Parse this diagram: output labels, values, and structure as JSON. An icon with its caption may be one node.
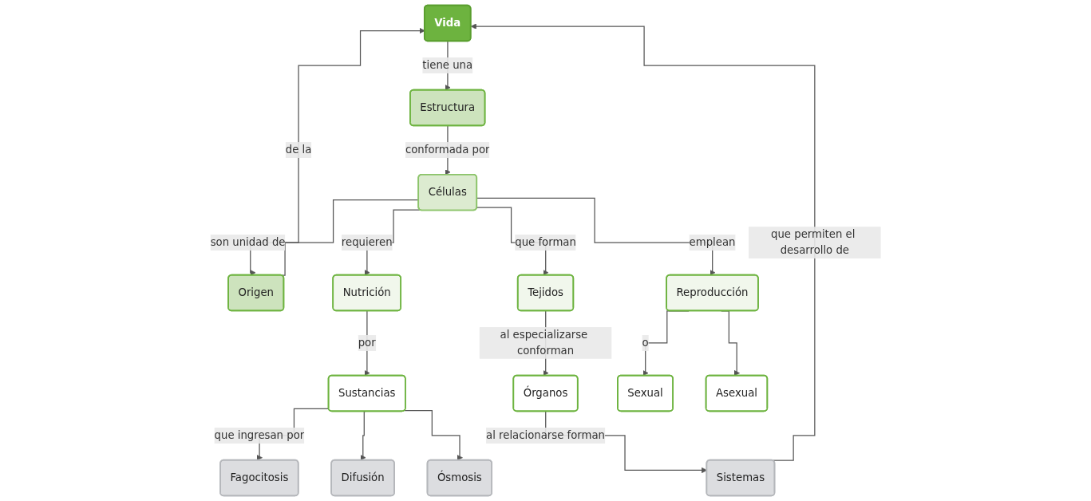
{
  "diagram": {
    "nodes": [
      {
        "text": [
          "Vida"
        ]
      },
      {
        "text": [
          "Estructura"
        ]
      },
      {
        "text": [
          "Origen"
        ]
      },
      {
        "text": [
          "Sistemas"
        ]
      },
      {
        "text": [
          "Células"
        ]
      },
      {
        "text": [
          "Nutrición"
        ]
      },
      {
        "text": [
          "Sustancias"
        ]
      },
      {
        "text": [
          "Órganos"
        ]
      },
      {
        "text": [
          "Reproducción"
        ]
      },
      {
        "text": [
          "Tejidos"
        ]
      },
      {
        "text": [
          "Sexual"
        ]
      },
      {
        "text": [
          "Asexual"
        ]
      },
      {
        "text": [
          "Fagocitosis"
        ]
      },
      {
        "text": [
          "Difusión"
        ]
      },
      {
        "text": [
          "Ósmosis"
        ]
      }
    ],
    "edges": [
      {
        "from": 0,
        "to": 1,
        "label": "tiene una",
        "arrow": "to"
      },
      {
        "from": 1,
        "to": 4,
        "label": "conformada por",
        "arrow": "to"
      },
      {
        "from": 4,
        "to": 2,
        "label": "son unidad de",
        "arrow": "to"
      },
      {
        "from": 2,
        "to": 0,
        "label": "de la",
        "arrow": "to"
      },
      {
        "from": 4,
        "to": 5,
        "label": "requieren",
        "arrow": "to"
      },
      {
        "from": 5,
        "to": 6,
        "label": "por",
        "arrow": "to"
      },
      {
        "from": 4,
        "to": 8,
        "label": "emplean",
        "arrow": "to"
      },
      {
        "from": 8,
        "to": 10,
        "label": "o",
        "arrow": "to"
      },
      {
        "from": 8,
        "to": 11,
        "arrow": "to"
      },
      {
        "from": 4,
        "to": 9,
        "label": "que forman",
        "arrow": "to"
      },
      {
        "from": 9,
        "to": 7,
        "label": "al especializarse conforman",
        "arrow": "to"
      },
      {
        "from": 7,
        "to": 3,
        "label": "al relacionarse forman",
        "arrow": "to"
      },
      {
        "from": 3,
        "to": 0,
        "label": "que permiten el desarrollo de",
        "arrow": "to"
      },
      {
        "from": 6,
        "to": 12,
        "label": "que ingresan por",
        "arrow": "to"
      },
      {
        "from": 6,
        "to": 13,
        "arrow": "to"
      },
      {
        "from": 6,
        "to": 14,
        "arrow": "to"
      }
    ]
  }
}
